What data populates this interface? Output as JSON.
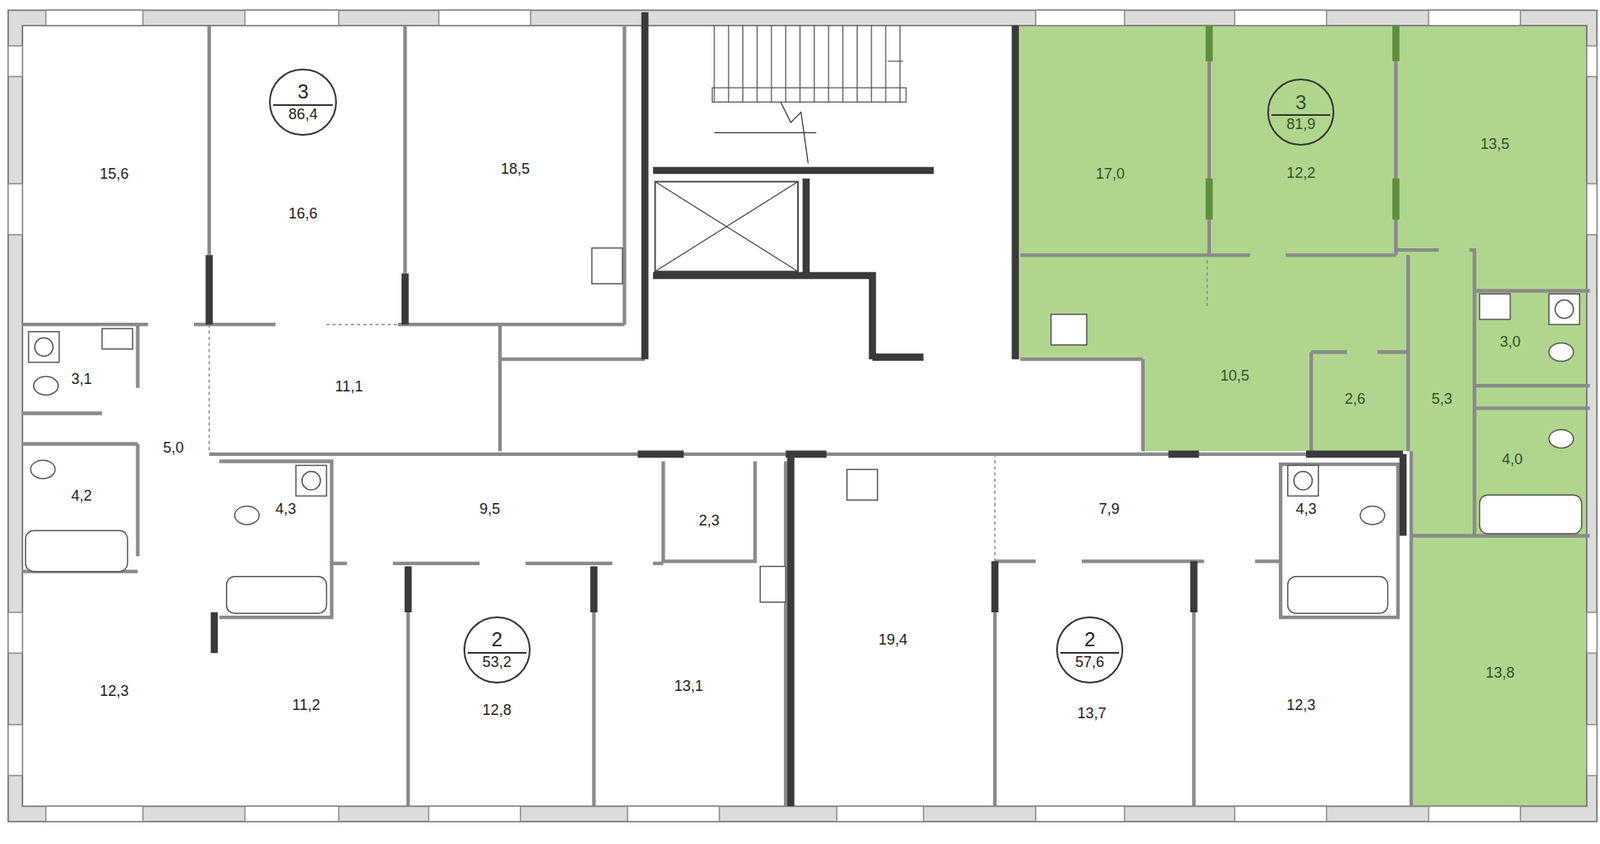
{
  "diagram": {
    "nodes": [
      {
        "text": [
          "3",
          "86,4"
        ]
      },
      {
        "text": [
          "3",
          "81,9"
        ]
      },
      {
        "text": [
          "2",
          "53,2"
        ]
      },
      {
        "text": [
          "2",
          "57,6"
        ]
      }
    ],
    "labels": [
      "15,6",
      "16,6",
      "18,5",
      "17,0",
      "12,2",
      "13,5",
      "3,1",
      "3,0",
      "11,1",
      "10,5",
      "2,6",
      "5,3",
      "5,0",
      "4,0",
      "4,2",
      "4,3",
      "9,5",
      "2,3",
      "7,9",
      "4,3",
      "19,4",
      "12,3",
      "11,2",
      "12,8",
      "13,1",
      "13,7",
      "12,3",
      "13,8"
    ]
  }
}
